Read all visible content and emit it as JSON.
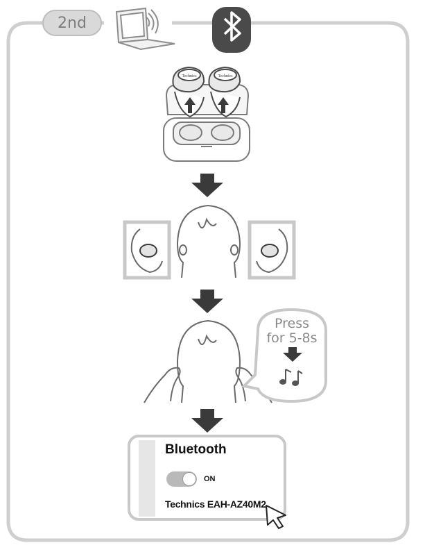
{
  "badge": {
    "step_label": "2nd"
  },
  "icons": {
    "laptop": "laptop-wireless-icon",
    "bluetooth": "bluetooth-icon",
    "cursor": "mouse-cursor-icon",
    "music": "music-notes-icon"
  },
  "instruction": {
    "press_line1": "Press",
    "press_line2": "for 5-8s"
  },
  "earbud_brand": "Technics",
  "bluetooth_panel": {
    "title": "Bluetooth",
    "toggle_state": "ON",
    "device_name": "Technics EAH-AZ40M2"
  },
  "colors": {
    "frame": "#cfcfcf",
    "badge": "#d9d9d9",
    "arrow": "#3a3a3a",
    "bt_bg": "#4a4a4a",
    "panel_strip": "#e6e6e6"
  }
}
